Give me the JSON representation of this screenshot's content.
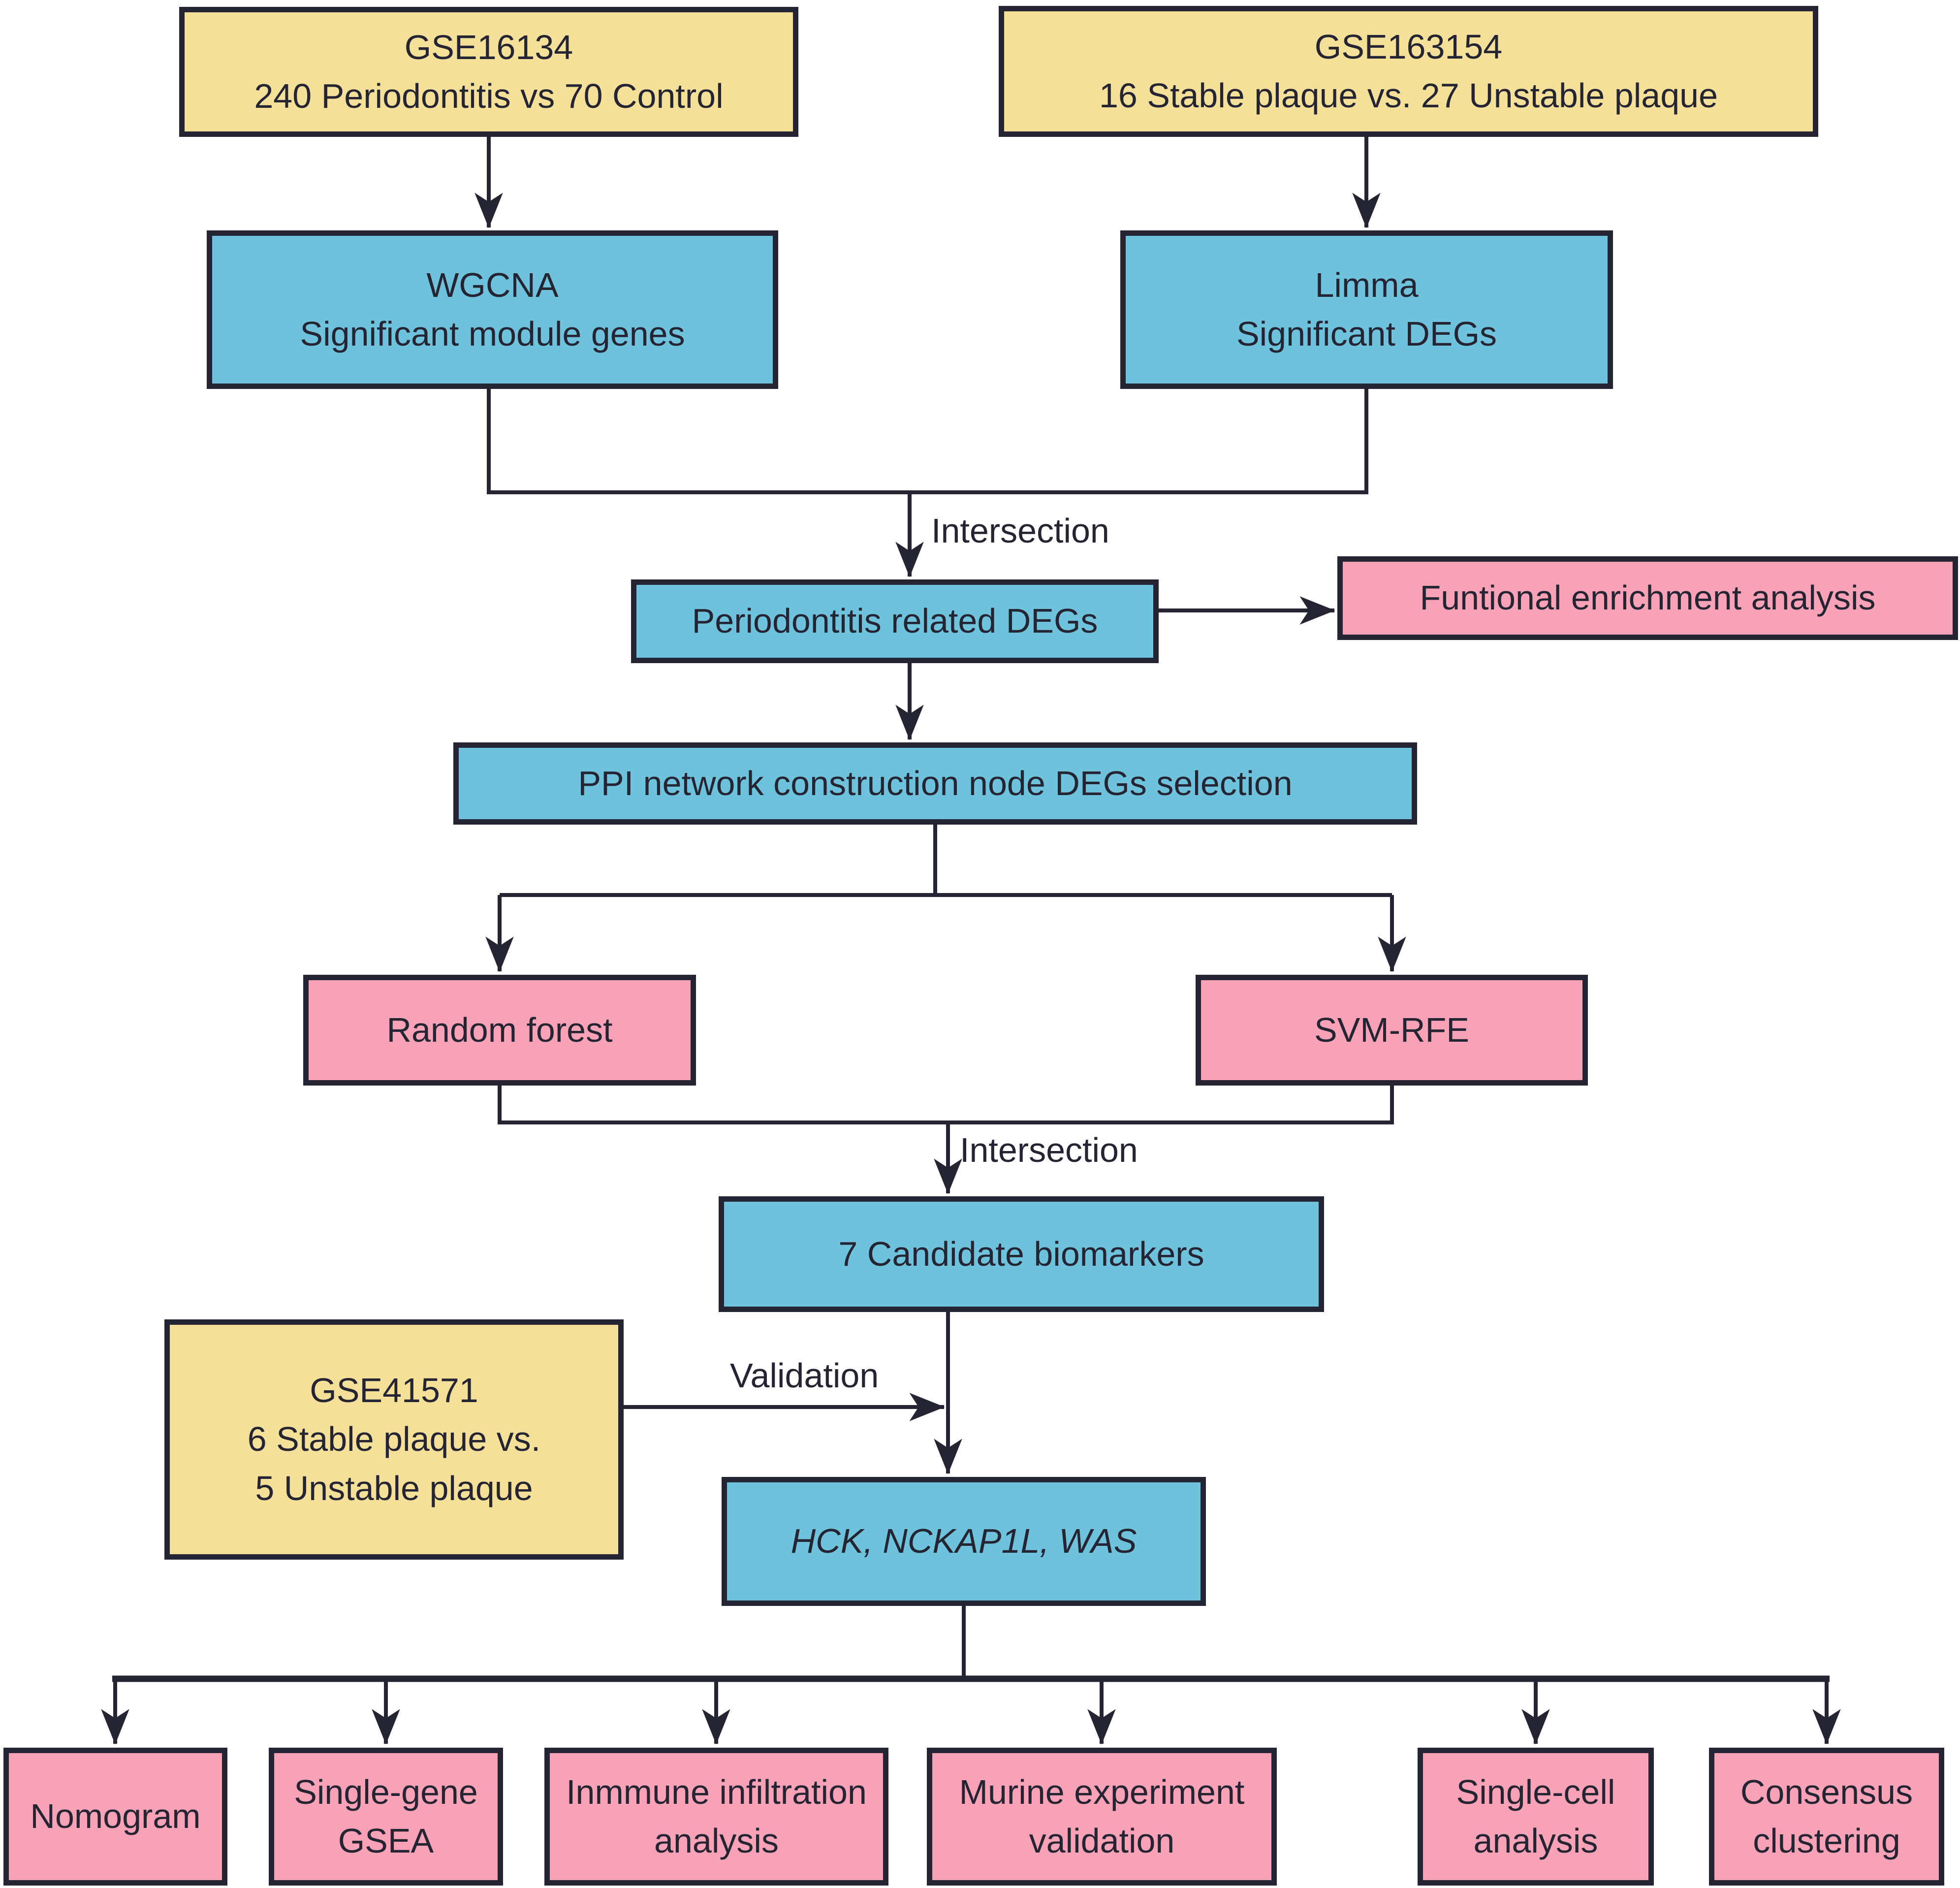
{
  "palette": {
    "yellow": "#F5E09A",
    "blue": "#6FC2DC",
    "pink": "#F8A2B8",
    "ink": "#242433",
    "background": "#FFFFFF"
  },
  "nodes": {
    "gse16134": {
      "lines": [
        "GSE16134",
        "240 Periodontitis vs 70 Control"
      ]
    },
    "gse163154": {
      "lines": [
        "GSE163154",
        "16 Stable plaque vs. 27 Unstable plaque"
      ]
    },
    "wgcna": {
      "lines": [
        "WGCNA",
        "Significant module genes"
      ]
    },
    "limma": {
      "lines": [
        "Limma",
        "Significant DEGs"
      ]
    },
    "perio_degs": {
      "lines": [
        "Periodontitis related DEGs"
      ]
    },
    "func_enrich": {
      "lines": [
        "Funtional enrichment analysis"
      ]
    },
    "ppi": {
      "lines": [
        "PPI network construction node DEGs selection"
      ]
    },
    "random_forest": {
      "lines": [
        "Random forest"
      ]
    },
    "svm_rfe": {
      "lines": [
        "SVM-RFE"
      ]
    },
    "candidates": {
      "lines": [
        "7 Candidate biomarkers"
      ]
    },
    "gse41571": {
      "lines": [
        "GSE41571",
        "6 Stable plaque vs.",
        "5 Unstable plaque"
      ]
    },
    "hck": {
      "lines": [
        "HCK, NCKAP1L, WAS"
      ]
    },
    "nomogram": {
      "lines": [
        "Nomogram"
      ]
    },
    "single_gene_gsea": {
      "lines": [
        "Single-gene",
        "GSEA"
      ]
    },
    "immune_infiltration": {
      "lines": [
        "Inmmune infiltration",
        "analysis"
      ]
    },
    "murine": {
      "lines": [
        "Murine experiment",
        "validation"
      ]
    },
    "single_cell": {
      "lines": [
        "Single-cell",
        "analysis"
      ]
    },
    "consensus": {
      "lines": [
        "Consensus",
        "clustering"
      ]
    }
  },
  "labels": {
    "intersection_top": "Intersection",
    "intersection_bottom": "Intersection",
    "validation": "Validation"
  }
}
